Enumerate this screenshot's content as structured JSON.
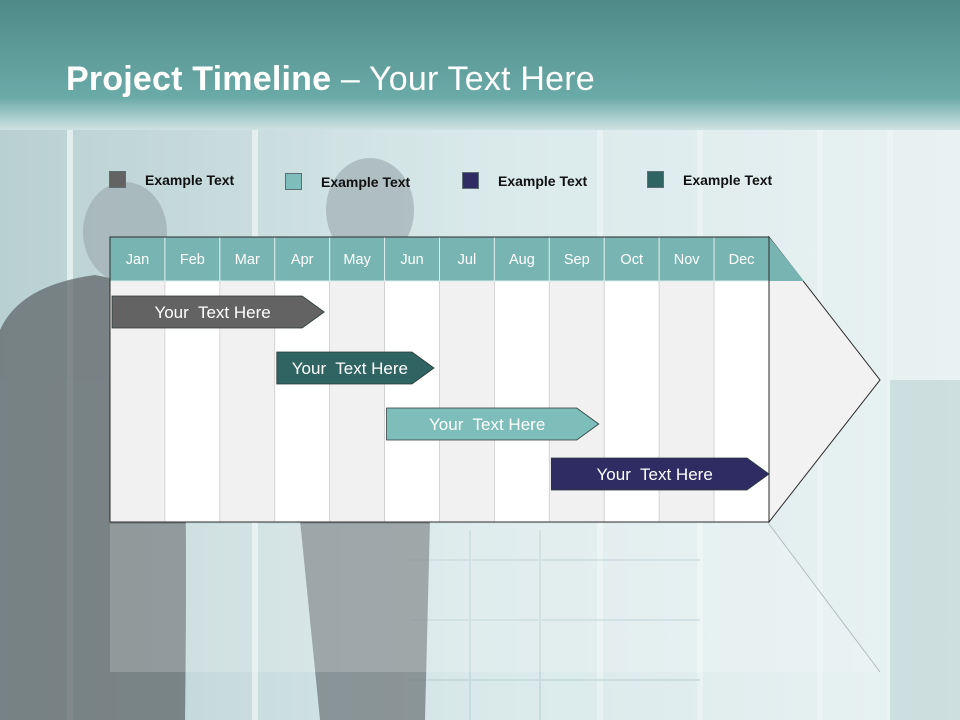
{
  "title": {
    "bold": "Project Timeline",
    "rest": " – Your Text Here"
  },
  "colors": {
    "header_teal": "#6aaaa6",
    "month_header": "#78b5b2",
    "gray": "#636363",
    "dark_teal": "#2f6463",
    "light_teal": "#7dbdba",
    "navy": "#2e2c63"
  },
  "legend": [
    {
      "label": "Example Text",
      "color": "#636363"
    },
    {
      "label": "Example Text",
      "color": "#7dbdba"
    },
    {
      "label": "Example Text",
      "color": "#2e2c63"
    },
    {
      "label": "Example Text",
      "color": "#2f6463"
    }
  ],
  "chart_data": {
    "type": "gantt",
    "categories": [
      "Jan",
      "Feb",
      "Mar",
      "Apr",
      "May",
      "Jun",
      "Jul",
      "Aug",
      "Sep",
      "Oct",
      "Nov",
      "Dec"
    ],
    "tasks": [
      {
        "label": "Your  Text Here",
        "start": 0,
        "end": 3.9,
        "color": "#636363"
      },
      {
        "label": "Your  Text Here",
        "start": 3,
        "end": 5.9,
        "color": "#2f6463"
      },
      {
        "label": "Your  Text Here",
        "start": 5,
        "end": 8.9,
        "color": "#7dbdba"
      },
      {
        "label": "Your  Text Here",
        "start": 8,
        "end": 12,
        "color": "#2e2c63"
      }
    ]
  }
}
